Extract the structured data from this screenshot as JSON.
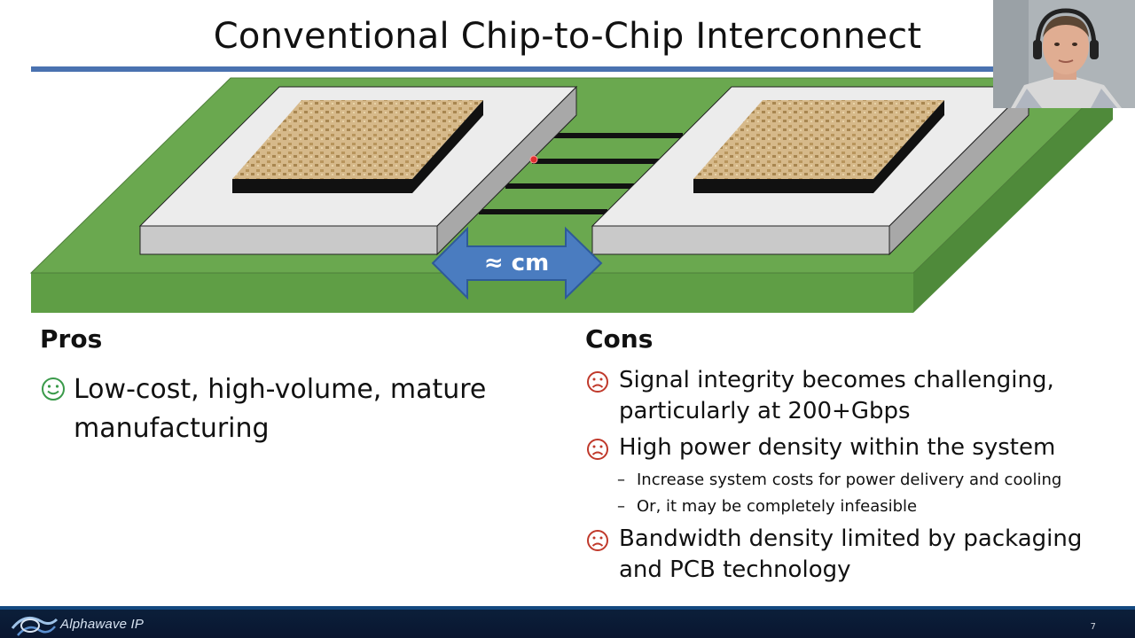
{
  "slide": {
    "title": "Conventional Chip-to-Chip Interconnect",
    "distance_label": "≈ cm",
    "page_number": "7"
  },
  "pros": {
    "heading": "Pros",
    "items": [
      {
        "icon": "smile-icon",
        "text": "Low-cost, high-volume, mature manufacturing"
      }
    ]
  },
  "cons": {
    "heading": "Cons",
    "items": [
      {
        "icon": "frown-icon",
        "text": "Signal integrity becomes challenging, particularly at 200+Gbps",
        "subs": []
      },
      {
        "icon": "frown-icon",
        "text": "High power density within the system",
        "subs": [
          "Increase system costs for power delivery and cooling",
          "Or, it may be completely infeasible"
        ]
      },
      {
        "icon": "frown-icon",
        "text": "Bandwidth density limited by packaging and PCB technology",
        "subs": []
      }
    ]
  },
  "footer": {
    "brand": "Alphawave IP"
  },
  "colors": {
    "title_rule": "#4a72b0",
    "pcb_green": "#6aa84f",
    "arrow_blue": "#4a7cc0",
    "smile_green": "#3a9a4a",
    "frown_red": "#c0392b",
    "footer_bg": "#0b1f3a"
  }
}
